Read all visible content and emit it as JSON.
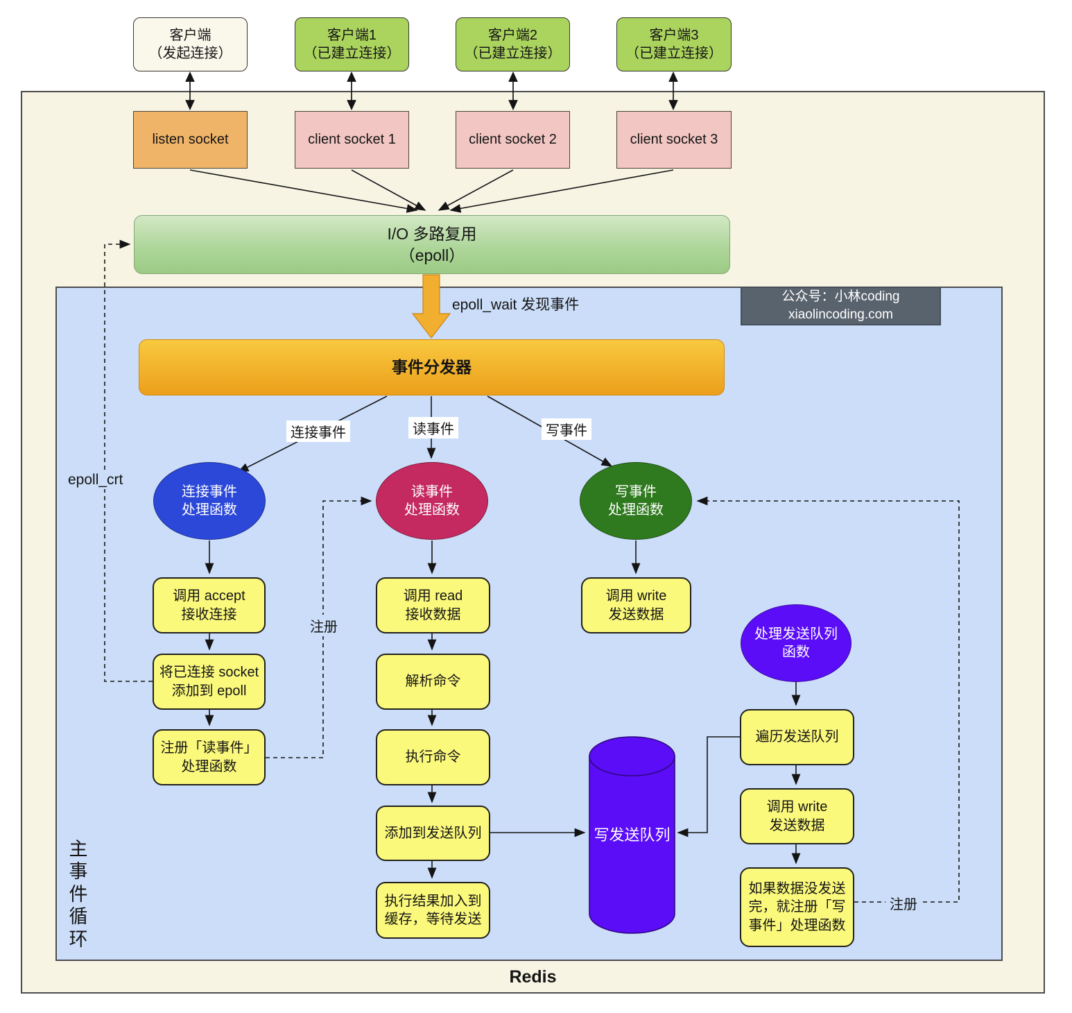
{
  "outer_label": "Redis",
  "main_loop_label": "主事件循环",
  "watermark": {
    "line1": "公众号：小林coding",
    "line2": "xiaolincoding.com"
  },
  "clients": [
    {
      "label": "客户端\n（发起连接）"
    },
    {
      "label": "客户端1\n（已建立连接）"
    },
    {
      "label": "客户端2\n（已建立连接）"
    },
    {
      "label": "客户端3\n（已建立连接）"
    }
  ],
  "sockets": [
    {
      "label": "listen socket"
    },
    {
      "label": "client socket 1"
    },
    {
      "label": "client socket 2"
    },
    {
      "label": "client socket 3"
    }
  ],
  "io_multiplexing_label": "I/O 多路复用\n（epoll）",
  "epoll_wait_label": "epoll_wait 发现事件",
  "dispatcher_label": "事件分发器",
  "edge_labels": {
    "connect_event": "连接事件",
    "read_event": "读事件",
    "write_event": "写事件",
    "epoll_crt": "epoll_crt",
    "register_read": "注册",
    "register_write": "注册"
  },
  "handlers": {
    "connect": "连接事件\n处理函数",
    "read": "读事件\n处理函数",
    "write": "写事件\n处理函数",
    "send_queue": "处理发送队列\n函数"
  },
  "steps": {
    "accept": "调用 accept\n接收连接",
    "add_to_epoll": "将已连接 socket\n添加到 epoll",
    "register_read_handler": "注册「读事件」\n处理函数",
    "read": "调用 read\n接收数据",
    "parse": "解析命令",
    "execute": "执行命令",
    "add_to_send_queue": "添加到发送队列",
    "buffer_result": "执行结果加入到\n缓存，等待发送",
    "write": "调用 write\n发送数据",
    "traverse_queue": "遍历发送队列",
    "write_send": "调用 write\n发送数据",
    "register_write_handler": "如果数据没发送\n完，就注册「写\n事件」处理函数"
  },
  "queue_label": "写发送队列",
  "colors": {
    "outer_bg": "#f7f4e4",
    "inner_bg": "#cbddf8",
    "client_neutral": "#faf7eb",
    "client_green": "#abd45e",
    "listen_socket": "#f0b469",
    "client_socket": "#f2c6c2",
    "io_bar_top": "#d3e8c5",
    "io_bar_bottom": "#9ccb85",
    "dispatcher_top": "#f8c93f",
    "dispatcher_bottom": "#ec9f1b",
    "handler_connect": "#2b48d9",
    "handler_read": "#c42a60",
    "handler_write": "#2f7a1e",
    "purple": "#5a0df6",
    "step_box": "#fbf97c",
    "watermark_bg": "#59636e",
    "big_arrow": "#f2ae2e"
  }
}
